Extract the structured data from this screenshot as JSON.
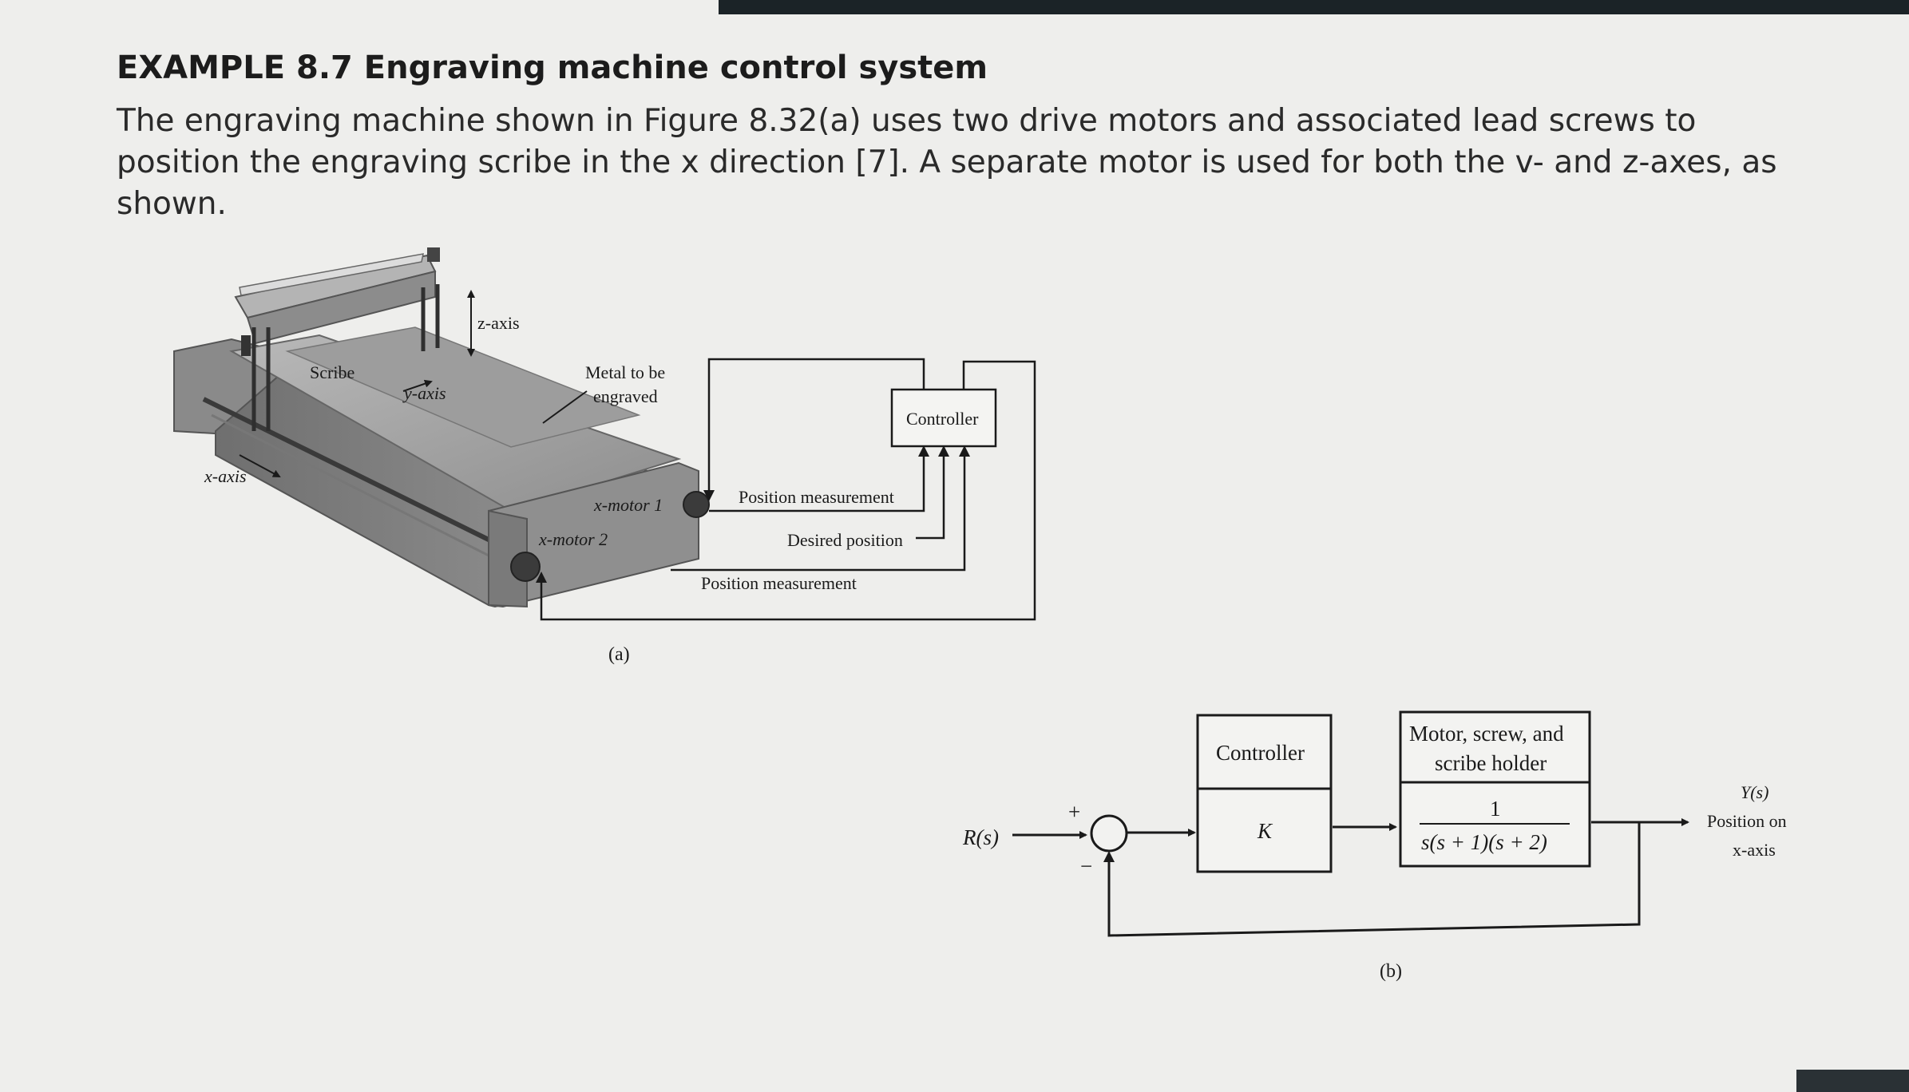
{
  "heading": "EXAMPLE 8.7 Engraving machine control system",
  "paragraph": "The engraving machine shown in Figure 8.32(a) uses two drive motors and associated lead screws to position the engraving scribe in the x direction [7]. A separate motor is used for both the v- and z-axes, as shown.",
  "figure_a": {
    "z_axis": "z-axis",
    "scribe": "Scribe",
    "y_axis": "y-axis",
    "x_axis": "x-axis",
    "metal_line1": "Metal to be",
    "metal_line2": "engraved",
    "controller": "Controller",
    "position_measurement_1": "Position measurement",
    "desired_position": "Desired position",
    "position_measurement_2": "Position measurement",
    "x_motor_1": "x-motor 1",
    "x_motor_2": "x-motor 2",
    "caption": "(a)"
  },
  "figure_b": {
    "input": "R(s)",
    "plus": "+",
    "minus": "−",
    "controller_title": "Controller",
    "controller_gain": "K",
    "plant_title_line1": "Motor, screw, and",
    "plant_title_line2": "scribe holder",
    "plant_num": "1",
    "plant_den": "s(s + 1)(s + 2)",
    "output_line1": "Y(s)",
    "output_line2": "Position on",
    "output_line3": "x-axis",
    "caption": "(b)"
  }
}
